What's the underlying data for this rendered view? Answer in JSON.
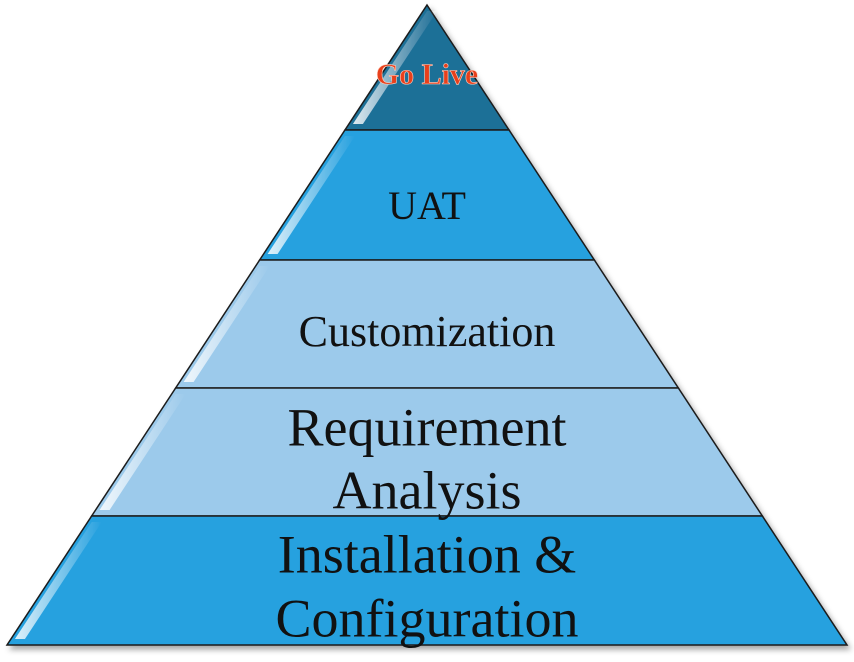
{
  "diagram": {
    "type": "pyramid",
    "levels": [
      {
        "lines": [
          "Go Live"
        ],
        "fill": "#1f6f97",
        "text_color": "#e8401c"
      },
      {
        "lines": [
          "UAT"
        ],
        "fill": "#27a1df",
        "text_color": "#111111"
      },
      {
        "lines": [
          "Customization"
        ],
        "fill": "#9ccaeb",
        "text_color": "#111111"
      },
      {
        "lines": [
          "Requirement",
          "Analysis"
        ],
        "fill": "#9ccaeb",
        "text_color": "#111111"
      },
      {
        "lines": [
          "Installation &",
          "Configuration"
        ],
        "fill": "#27a1df",
        "text_color": "#111111"
      }
    ],
    "outline_color": "#1a1a1a"
  }
}
